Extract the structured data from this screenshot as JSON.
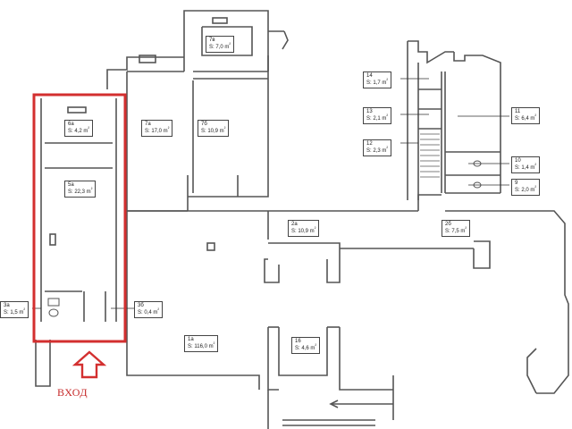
{
  "colors": {
    "wall": "#555555",
    "highlight": "#d32f2f",
    "entrance_arrow": "#d32f2f",
    "label_border": "#444444"
  },
  "rooms": [
    {
      "id": "7v",
      "num": "7в",
      "area": "S: 7,0 m"
    },
    {
      "id": "6a",
      "num": "6а",
      "area": "S: 4,2 m"
    },
    {
      "id": "7a",
      "num": "7а",
      "area": "S: 17,0 m"
    },
    {
      "id": "7b",
      "num": "7б",
      "area": "S: 10,9 m"
    },
    {
      "id": "5a",
      "num": "5а",
      "area": "S: 22,3 m"
    },
    {
      "id": "3a",
      "num": "3а",
      "area": "S: 1,5 m"
    },
    {
      "id": "3b",
      "num": "3б",
      "area": "S: 0,4 m"
    },
    {
      "id": "2a",
      "num": "2а",
      "area": "S: 10,9 m"
    },
    {
      "id": "2b",
      "num": "2б",
      "area": "S: 7,5 m"
    },
    {
      "id": "1a",
      "num": "1а",
      "area": "S: 116,0 m"
    },
    {
      "id": "16",
      "num": "16",
      "area": "S: 4,6 m"
    },
    {
      "id": "14",
      "num": "14",
      "area": "S: 1,7 m"
    },
    {
      "id": "13",
      "num": "13",
      "area": "S: 2,1 m"
    },
    {
      "id": "12",
      "num": "12",
      "area": "S: 2,3 m"
    },
    {
      "id": "11",
      "num": "11",
      "area": "S: 6,4 m"
    },
    {
      "id": "10",
      "num": "10",
      "area": "S: 1,4 m"
    },
    {
      "id": "9",
      "num": "9",
      "area": "S: 2,0 m"
    }
  ],
  "entrance": {
    "label": "ВХОД"
  }
}
